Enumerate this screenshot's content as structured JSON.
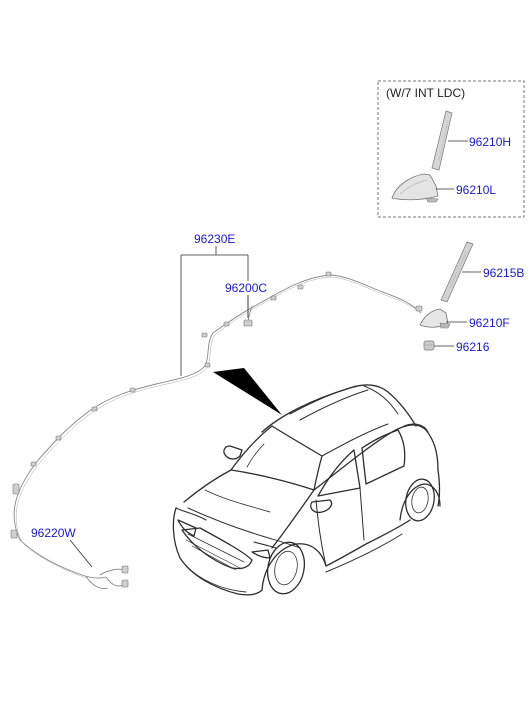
{
  "inset": {
    "title": "(W/7 INT LDC)"
  },
  "parts": {
    "p96210H": "96210H",
    "p96210L": "96210L",
    "p96230E": "96230E",
    "p96200C": "96200C",
    "p96215B": "96215B",
    "p96210F": "96210F",
    "p96216": "96216",
    "p96220W": "96220W"
  },
  "colors": {
    "part_link": "#1a1acc",
    "line": "#333333",
    "cable": "#888888",
    "inset_border": "#777777",
    "pointer_fill": "#000000"
  }
}
